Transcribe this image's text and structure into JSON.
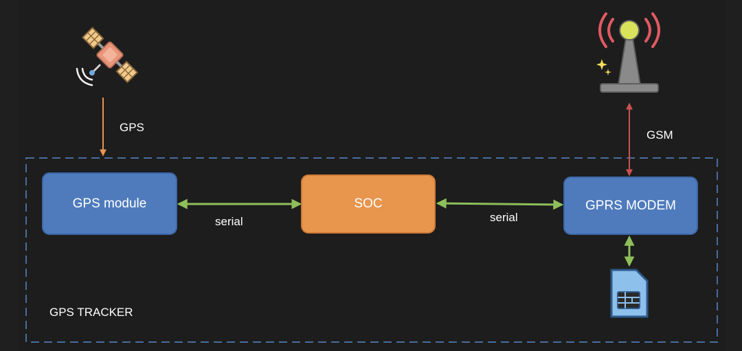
{
  "diagram": {
    "nodes": {
      "gps_module": "GPS module",
      "soc": "SOC",
      "gprs_modem": "GPRS MODEM"
    },
    "edge_labels": {
      "gps": "GPS",
      "gsm": "GSM",
      "serial_left": "serial",
      "serial_right": "serial"
    },
    "boundary_label": "GPS TRACKER",
    "icons": [
      "satellite-icon",
      "cell-tower-icon",
      "sim-card-icon"
    ],
    "colors": {
      "background": "#1d1d1d",
      "box_blue": "#4f7bbd",
      "box_orange": "#e8954e",
      "serial_arrow": "#8fbf5a",
      "gps_arrow": "#e8954e",
      "gsm_arrow": "#c9514f",
      "boundary": "#4a6d9c"
    }
  }
}
